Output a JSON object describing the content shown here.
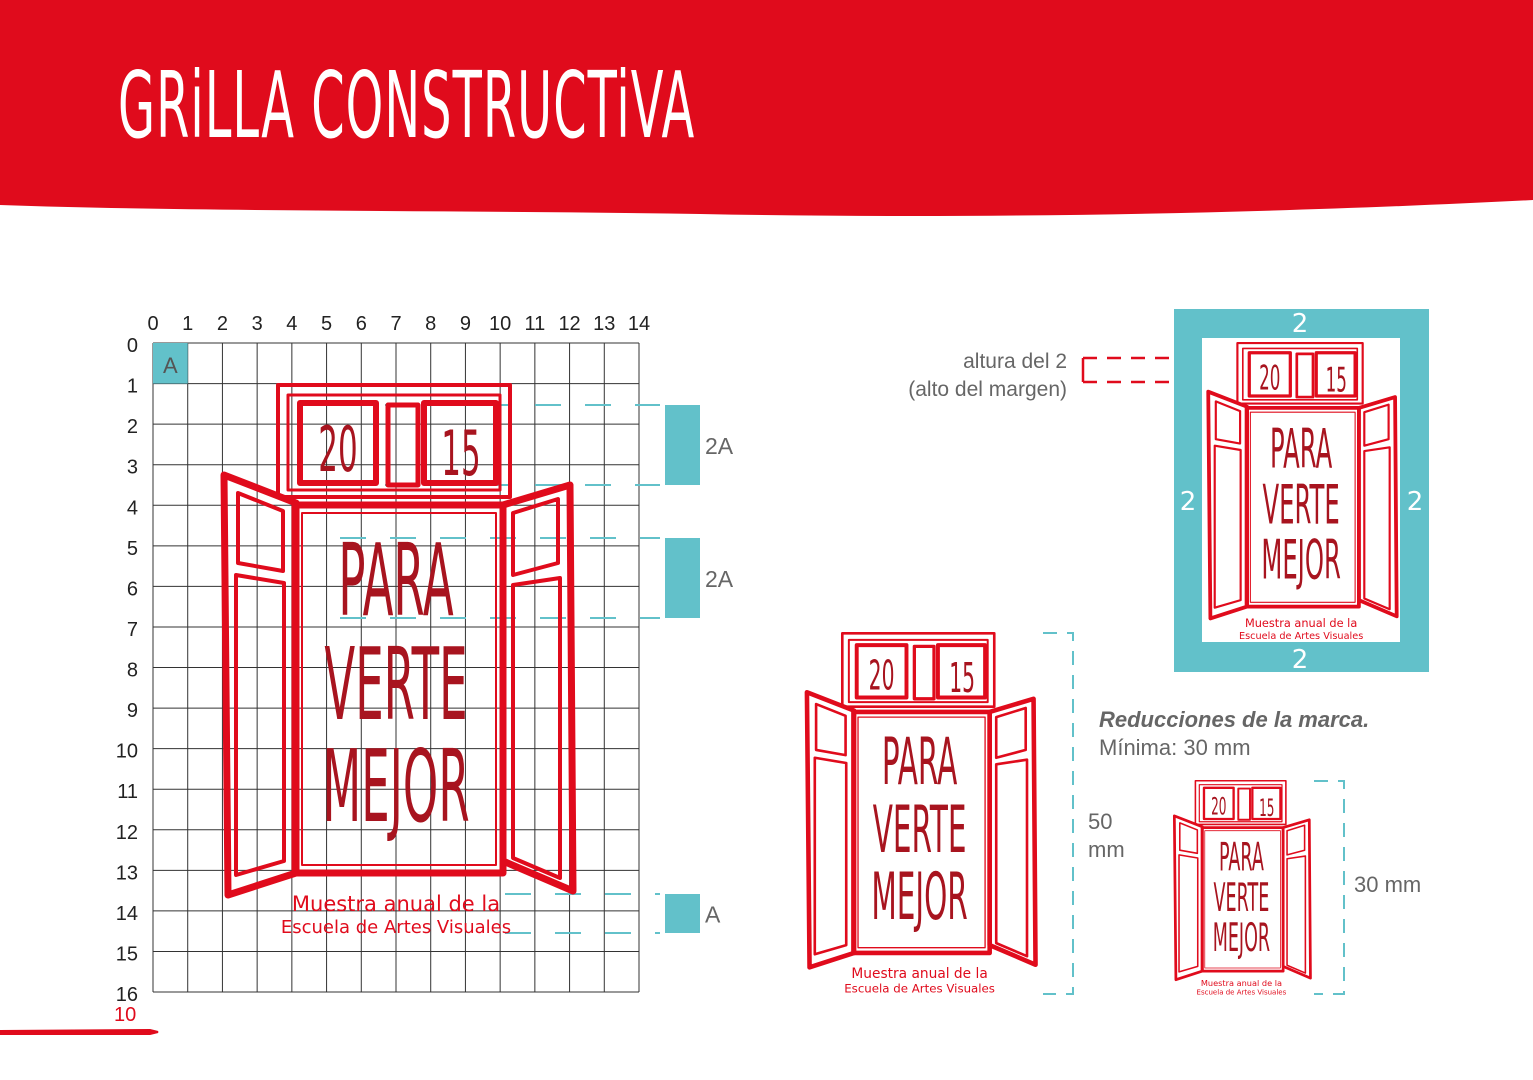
{
  "header": {
    "title": "GRiLLA CONSTRUCTiVA",
    "color": "#e00b1c"
  },
  "grid": {
    "columns": [
      "0",
      "1",
      "2",
      "3",
      "4",
      "5",
      "6",
      "7",
      "8",
      "9",
      "10",
      "11",
      "12",
      "13",
      "14"
    ],
    "rows": [
      "0",
      "1",
      "2",
      "3",
      "4",
      "5",
      "6",
      "7",
      "8",
      "9",
      "10",
      "11",
      "12",
      "13",
      "14",
      "15",
      "16"
    ],
    "unit_cell_label": "A",
    "measures": [
      {
        "label": "2A"
      },
      {
        "label": "2A"
      },
      {
        "label": "A"
      }
    ]
  },
  "logo": {
    "year_left": "20",
    "year_right": "15",
    "line1": "PARA",
    "line2": "VERTE",
    "line3": "MEJOR",
    "tagline1": "Muestra anual de la",
    "tagline2": "Escuela de Artes Visuales",
    "margin_mark": "2"
  },
  "margin_note": {
    "line1": "altura del 2",
    "line2": "(alto del margen)"
  },
  "reductions": {
    "title": "Reducciones de la marca.",
    "minimum": "Mínima: 30 mm",
    "size_large_value": "50",
    "size_large_unit": "mm",
    "size_small": "30 mm"
  },
  "page_number": "10",
  "colors": {
    "red": "#e00b1c",
    "teal": "#62c1ca",
    "dark_red": "#a8141f",
    "text_gray": "#666666"
  }
}
